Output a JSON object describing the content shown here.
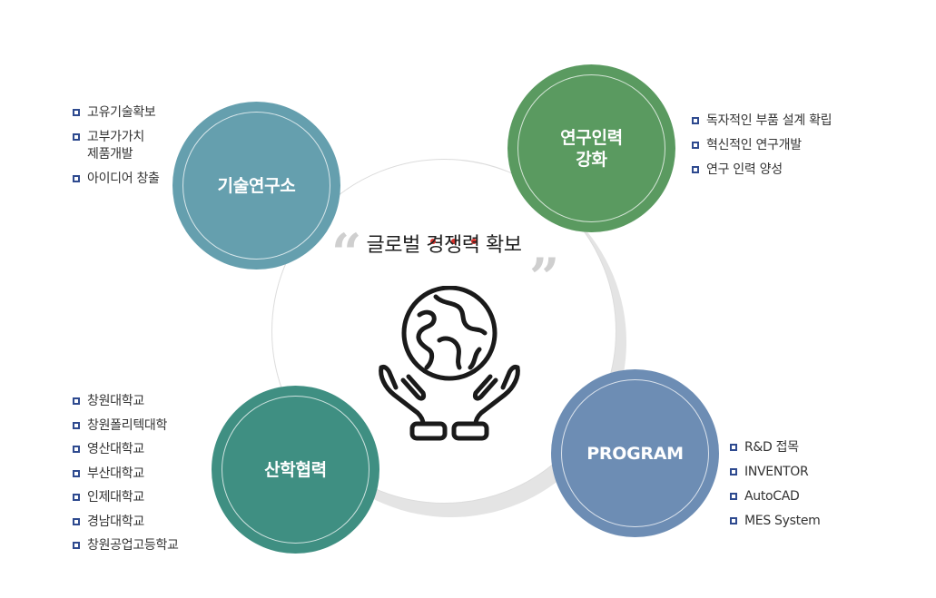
{
  "center": {
    "title": "글로벌 경쟁력 확보",
    "quote_open": "“",
    "quote_close": "”",
    "icon": "globe-in-hands-icon",
    "accent_dot_color": "#d9312b"
  },
  "nodes": {
    "tech": {
      "label": "기술연구소",
      "color": "#659fae"
    },
    "research": {
      "label": "연구인력\n강화",
      "color": "#5a9a60"
    },
    "industry": {
      "label": "산학협력",
      "color": "#3f8f82"
    },
    "program": {
      "label": "PROGRAM",
      "color": "#6d8db4"
    }
  },
  "lists": {
    "tech": [
      "고유기술확보",
      "고부가가치\n제품개발",
      "아이디어 창출"
    ],
    "research": [
      "독자적인 부품 설계 확립",
      "혁신적인 연구개발",
      "연구 인력 양성"
    ],
    "industry": [
      "창원대학교",
      "창원폴리텍대학",
      "영산대학교",
      "부산대학교",
      "인제대학교",
      "경남대학교",
      "창원공업고등학교"
    ],
    "program": [
      "R&D 접목",
      "INVENTOR",
      "AutoCAD",
      "MES System"
    ]
  },
  "bullet_color": "#2e4a8f"
}
